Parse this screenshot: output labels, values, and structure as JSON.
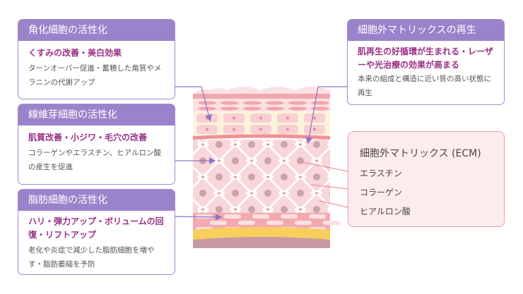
{
  "left_boxes": [
    {
      "header": "角化細胞の活性化",
      "title": "くすみの改善・美白効果",
      "desc": "ターンオーバー促進・蓄積した角質やメラニンの代謝アップ"
    },
    {
      "header": "線維芽細胞の活性化",
      "title": "肌質改善・小ジワ・毛穴の改善",
      "desc": "コラーゲンやエラスチン、ヒアルロン酸の産生を促進"
    },
    {
      "header": "脂肪細胞の活性化",
      "title": "ハリ・弾力アップ・ボリュームの回復・リフトアップ",
      "desc": "老化や炎症で減少した脂肪細胞を増やす・脂肪萎縮を予防"
    }
  ],
  "right_box": {
    "header": "細胞外マトリックスの再生",
    "title": "肌再生の好循環が生まれる・レーザーや光治療の効果が高まる",
    "desc": "本来の組成と構造に近い質の高い状態に再生"
  },
  "ecm": {
    "title": "細胞外マトリックス (ECM)",
    "items": [
      "エラスチン",
      "コラーゲン",
      "ヒアルロン酸"
    ]
  },
  "colors": {
    "header": "#9b83cb",
    "accent": "#9b2f86",
    "ecm_border": "#eba0a8"
  }
}
